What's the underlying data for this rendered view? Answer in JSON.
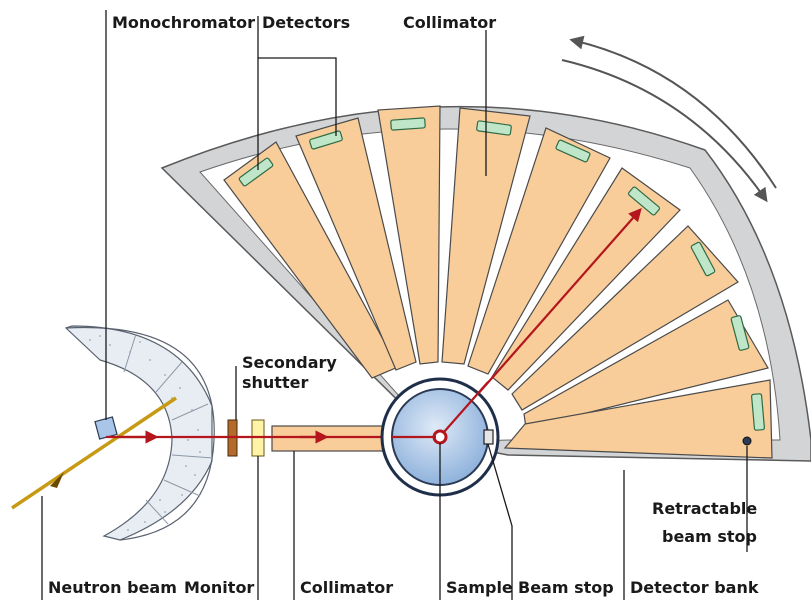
{
  "labels": {
    "monochromator": "Monochromator",
    "detectors": "Detectors",
    "collimator_top": "Collimator",
    "secondary_shutter_1": "Secondary",
    "secondary_shutter_2": "shutter",
    "retractable_1": "Retractable",
    "retractable_2": "beam stop",
    "neutron_beam": "Neutron beam",
    "monitor": "Monitor",
    "collimator_bottom": "Collimator",
    "sample": "Sample",
    "beam_stop": "Beam stop",
    "detector_bank": "Detector bank"
  },
  "colors": {
    "collimator_fill": "#f8cd9a",
    "detector_fill": "#bfe6c9",
    "shielding_fill": "#d2d4d6",
    "beam_color": "#b3161c",
    "sample_fill": "#a9c6e8",
    "incident_beam_color": "#c79a16"
  },
  "diagram": {
    "detector_count": 9,
    "rotation_arrow": "double-arrow-ccw-cw"
  }
}
